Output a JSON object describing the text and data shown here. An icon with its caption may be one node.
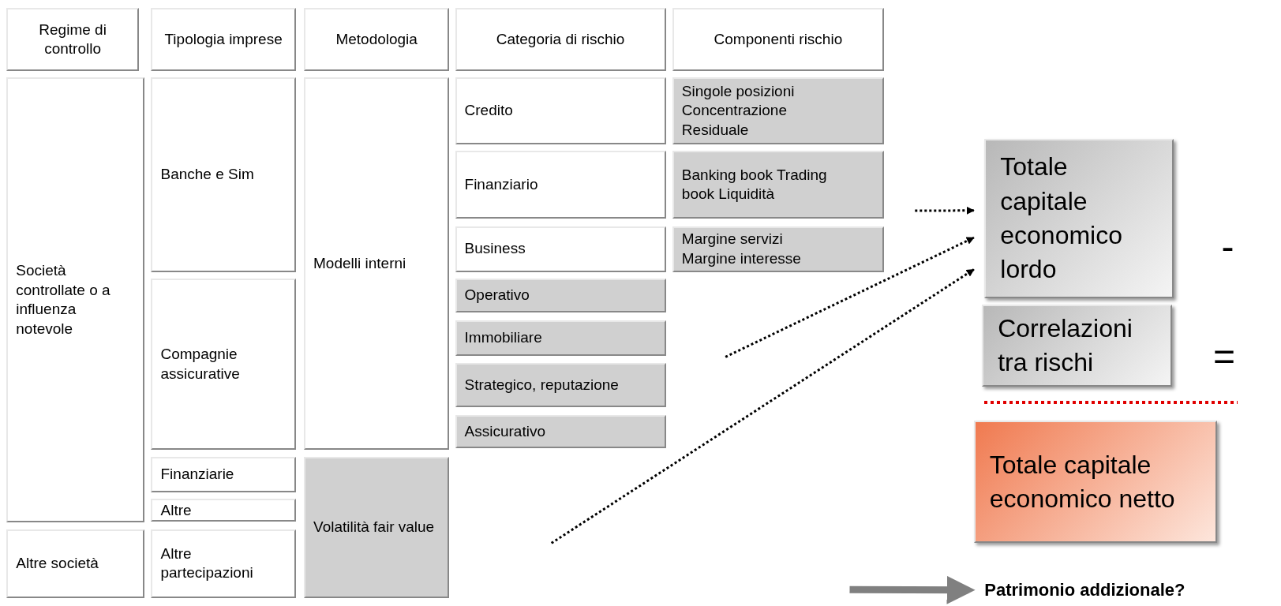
{
  "diagram": {
    "nodes": [
      {
        "text": [
          "Regime di controllo"
        ]
      },
      {
        "text": [
          "Tipologia imprese"
        ]
      },
      {
        "text": [
          "Metodologia"
        ]
      },
      {
        "text": [
          "Categoria di rischio"
        ]
      },
      {
        "text": [
          "Componenti rischio"
        ]
      },
      {
        "text": [
          "Società controllate o a influenza notevole"
        ]
      },
      {
        "text": [
          "Banche e Sim"
        ]
      },
      {
        "text": [
          "Compagnie assicurative"
        ]
      },
      {
        "text": [
          "Modelli interni"
        ]
      },
      {
        "text": [
          "Credito"
        ]
      },
      {
        "text": [
          "Singole posizioni Concentrazione Residuale"
        ]
      },
      {
        "text": [
          "Finanziario"
        ]
      },
      {
        "text": [
          "Banking book Trading book Liquidità"
        ]
      },
      {
        "text": [
          "Business"
        ]
      },
      {
        "text": [
          "Margine servizi Margine interesse"
        ]
      },
      {
        "text": [
          "Operativo"
        ]
      },
      {
        "text": [
          "Immobiliare"
        ]
      },
      {
        "text": [
          "Strategico, reputazione"
        ]
      },
      {
        "text": [
          "Assicurativo"
        ]
      },
      {
        "text": [
          "Finanziarie"
        ]
      },
      {
        "text": [
          "Altre"
        ]
      },
      {
        "text": [
          "Volatilità fair value"
        ]
      },
      {
        "text": [
          "Altre società"
        ]
      },
      {
        "text": [
          "Altre partecipazioni"
        ]
      },
      {
        "text": [
          "Totale capitale economico lordo"
        ]
      },
      {
        "text": [
          "Correlazioni tra rischi"
        ]
      },
      {
        "text": [
          "Totale capitale economico netto"
        ]
      },
      {
        "text": [
          "Patrimonio addizionale?"
        ]
      }
    ],
    "edges": [
      {
        "from": null,
        "to": 24,
        "arrow": "to",
        "style": "dashed"
      },
      {
        "from": null,
        "to": 24,
        "arrow": "to",
        "style": "dashed"
      },
      {
        "from": null,
        "to": 24,
        "arrow": "to",
        "style": "dashed"
      },
      {
        "from": null,
        "to": 27,
        "arrow": "to",
        "style": "thick",
        "color": "#808080"
      }
    ],
    "labels": [
      "-",
      "="
    ]
  }
}
